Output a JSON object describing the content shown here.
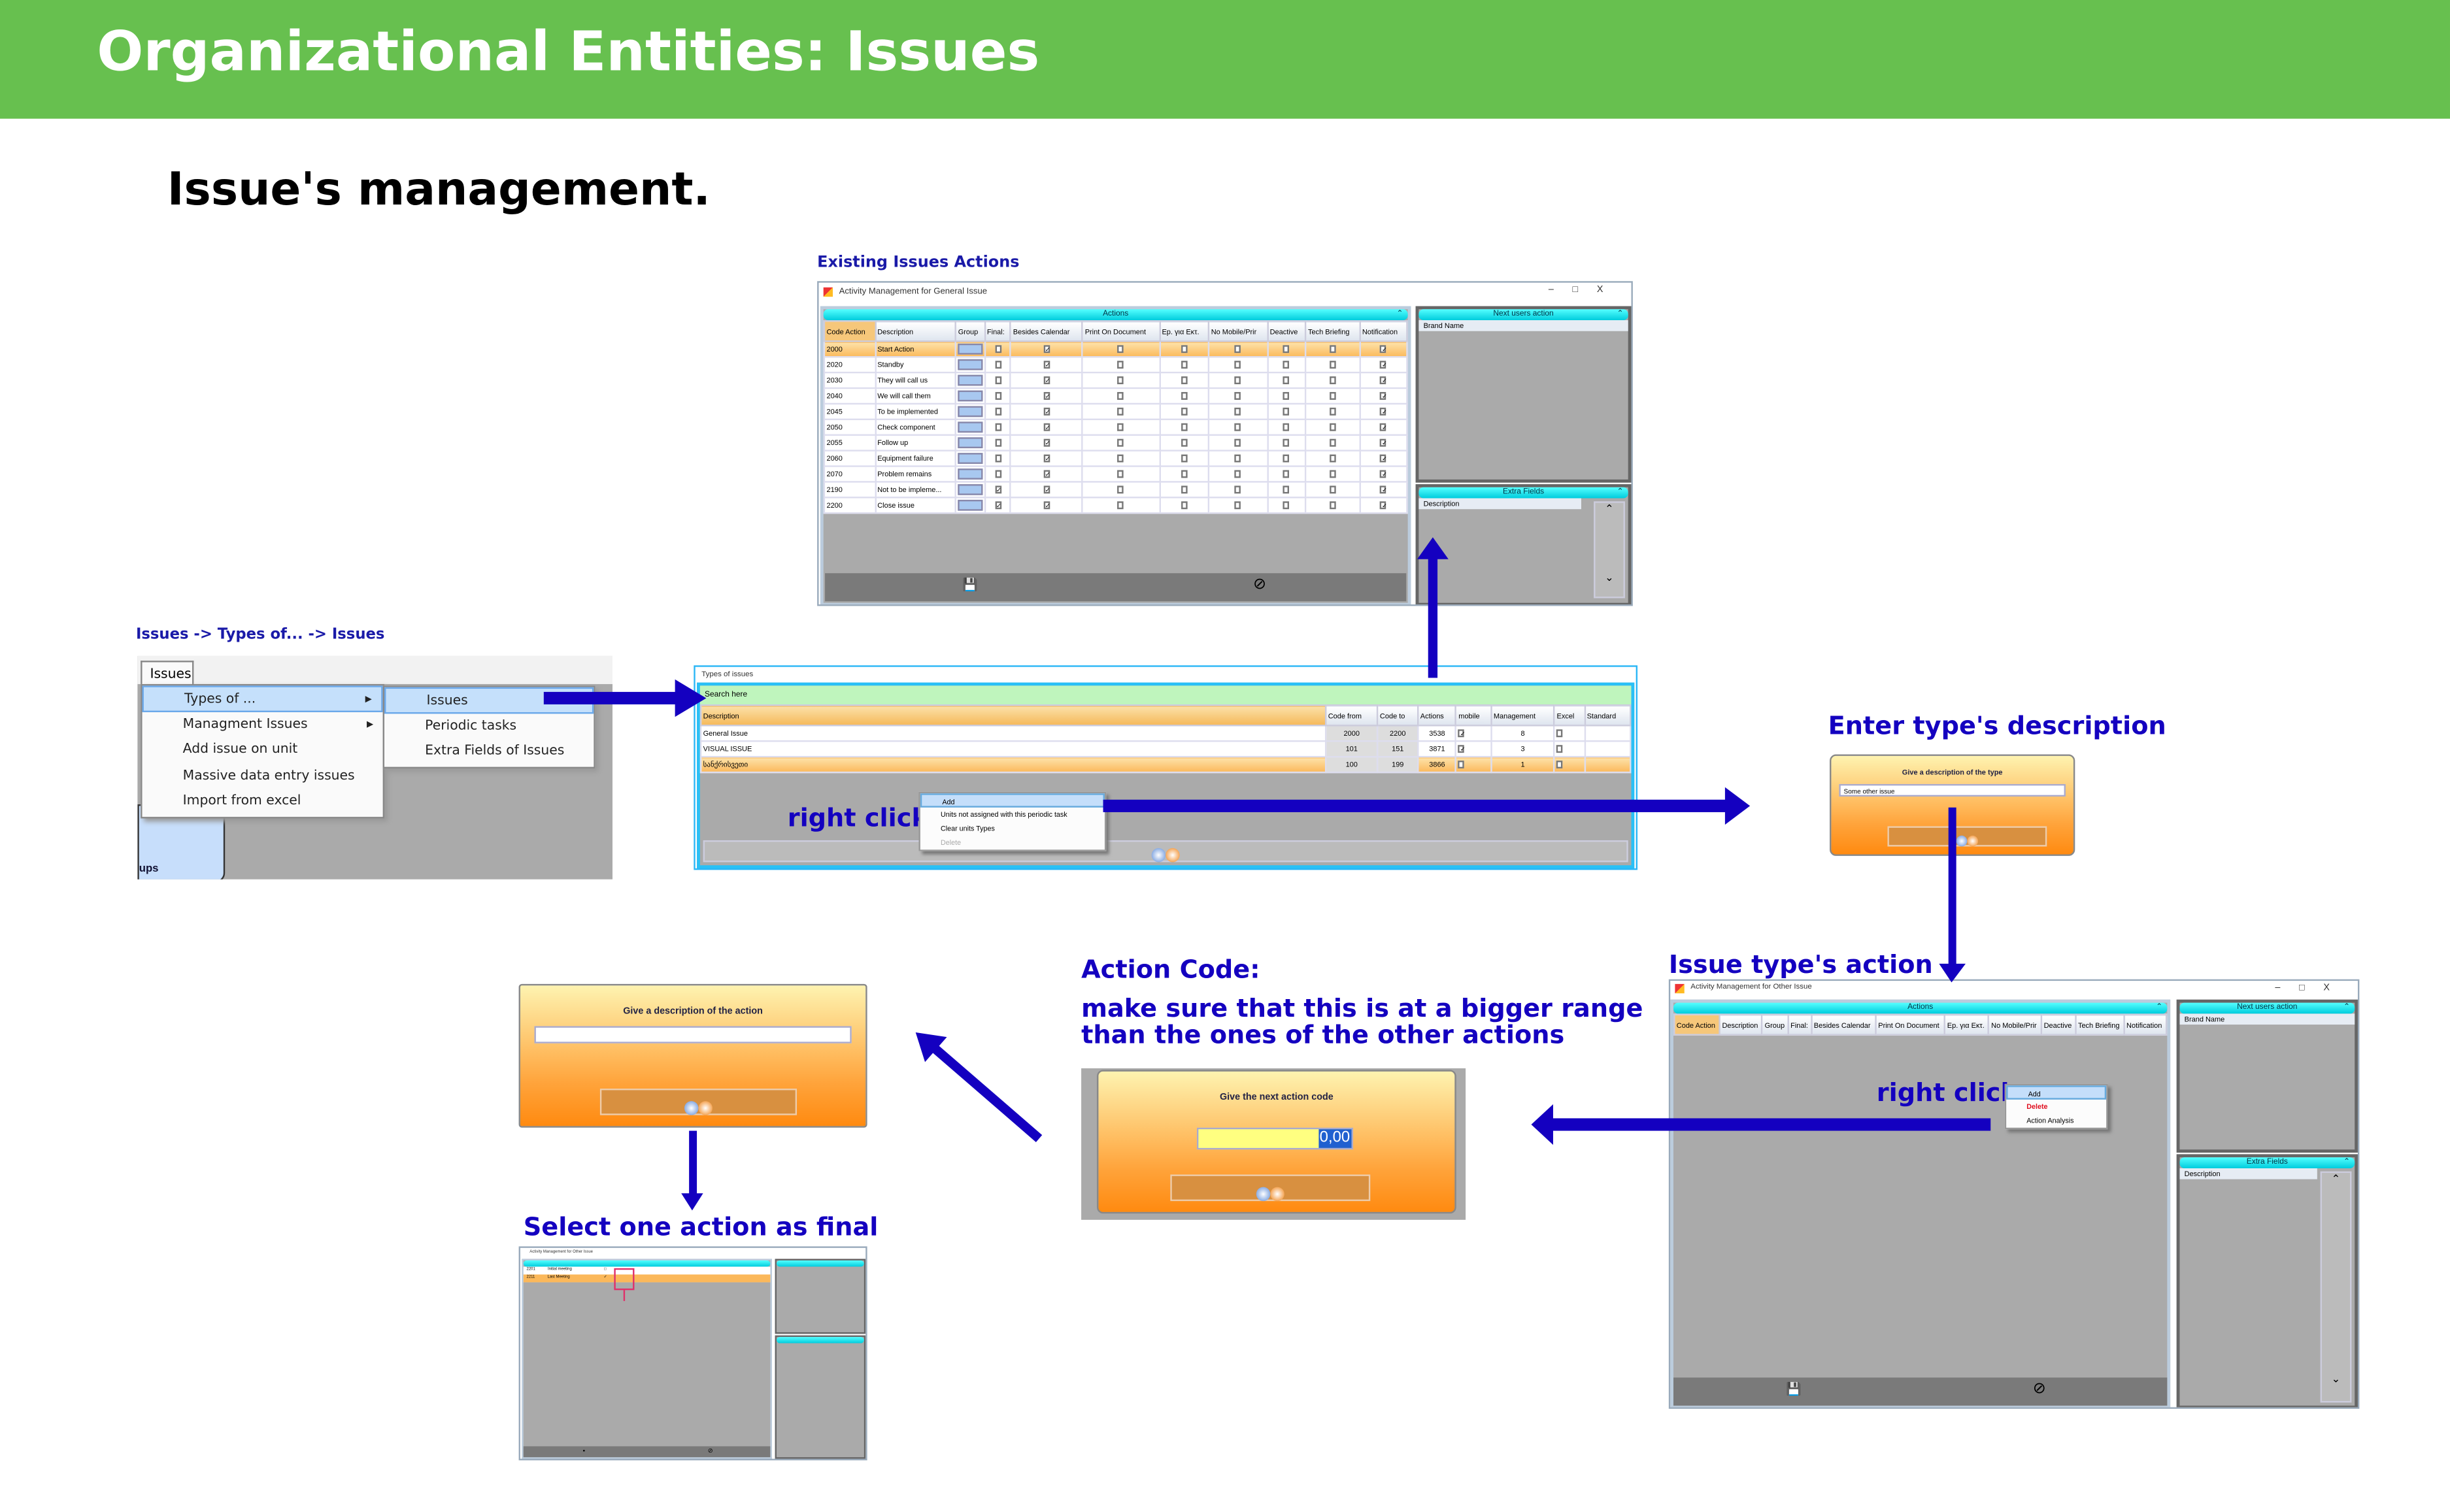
{
  "header": {
    "title": "Organizational Entities: Issues"
  },
  "subtitle": "Issue's management.",
  "captions": {
    "existing": "Existing Issues Actions",
    "path": "Issues -> Types of... -> Issues",
    "enter_type": "Enter  type's description",
    "type_action": "Issue type's action",
    "action_code": "Action Code:",
    "action_code_note1": "make sure that this is at a bigger range",
    "action_code_note2": "than the  ones of the other actions",
    "select_final": "Select one action as final",
    "right_click": "right click"
  },
  "colors": {
    "header": "#67c04f",
    "arrow": "#1400c0"
  },
  "actions_window": {
    "title": "Activity Management for General Issue",
    "panel_title": "Actions",
    "next_title": "Next users action",
    "next_col": "Brand Name",
    "extra_title": "Extra Fields",
    "extra_col": "Description",
    "columns": [
      "Code Action",
      "Description",
      "Group",
      "Final:",
      "Besides Calendar",
      "Print On Document",
      "Ep. για Εκτ.",
      "No Mobile/Prir",
      "Deactive",
      "Tech Briefing",
      "Notification"
    ],
    "rows": [
      {
        "code": "2000",
        "desc": "Start Action",
        "checks": [
          false,
          true,
          false,
          false,
          false,
          false,
          false,
          true
        ],
        "selected": true
      },
      {
        "code": "2020",
        "desc": "Standby",
        "checks": [
          false,
          true,
          false,
          false,
          false,
          false,
          false,
          true
        ]
      },
      {
        "code": "2030",
        "desc": "They will call us",
        "checks": [
          false,
          true,
          false,
          false,
          false,
          false,
          false,
          true
        ]
      },
      {
        "code": "2040",
        "desc": "We will call them",
        "checks": [
          false,
          true,
          false,
          false,
          false,
          false,
          false,
          true
        ]
      },
      {
        "code": "2045",
        "desc": "To be implemented",
        "checks": [
          false,
          true,
          false,
          false,
          false,
          false,
          false,
          true
        ]
      },
      {
        "code": "2050",
        "desc": "Check component",
        "checks": [
          false,
          true,
          false,
          false,
          false,
          false,
          false,
          true
        ]
      },
      {
        "code": "2055",
        "desc": "Follow up",
        "checks": [
          false,
          true,
          false,
          false,
          false,
          false,
          false,
          true
        ]
      },
      {
        "code": "2060",
        "desc": "Equipment failure",
        "checks": [
          false,
          true,
          false,
          false,
          false,
          false,
          false,
          true
        ]
      },
      {
        "code": "2070",
        "desc": "Problem remains",
        "checks": [
          false,
          true,
          false,
          false,
          false,
          false,
          false,
          true
        ]
      },
      {
        "code": "2190",
        "desc": "Not to be impleme...",
        "checks": [
          true,
          true,
          false,
          false,
          false,
          false,
          false,
          true
        ]
      },
      {
        "code": "2200",
        "desc": "Close issue",
        "checks": [
          true,
          true,
          false,
          false,
          false,
          false,
          false,
          true
        ]
      }
    ]
  },
  "menu": {
    "top": "Issues",
    "items": [
      "Types of ...",
      "Managment Issues",
      "Add issue on unit",
      "Massive data entry issues",
      "Import from excel"
    ],
    "submenu": [
      "Issues",
      "Periodic tasks",
      "Extra Fields of Issues"
    ],
    "bg_text": "ups"
  },
  "types_window": {
    "title": "Types of issues",
    "search_placeholder": "Search here",
    "columns": [
      "Description",
      "Code from",
      "Code to",
      "Actions",
      "mobile",
      "Management",
      "Excel",
      "Standard"
    ],
    "rows": [
      {
        "desc": "General Issue",
        "from": "2000",
        "to": "2200",
        "actions": "3538",
        "mobile": true,
        "mgmt": "8",
        "excel": false
      },
      {
        "desc": "VISUAL ISSUE",
        "from": "101",
        "to": "151",
        "actions": "3871",
        "mobile": true,
        "mgmt": "3",
        "excel": false
      },
      {
        "desc": "სანქრისვეთი",
        "from": "100",
        "to": "199",
        "actions": "3866",
        "mobile": false,
        "mgmt": "1",
        "excel": false,
        "selected": true
      }
    ],
    "context": [
      "Add",
      "Units not assigned with this periodic task",
      "Clear units Types",
      "Delete"
    ]
  },
  "type_dialog": {
    "title": "Give a description of the type",
    "value": "Some other issue"
  },
  "other_window": {
    "title": "Activity Management for Other Issue",
    "context": [
      "Add",
      "Delete",
      "Action Analysis"
    ]
  },
  "code_dialog": {
    "title": "Give the next action code",
    "value": "0,00"
  },
  "action_dialog": {
    "title": "Give a description of the action",
    "value": ""
  },
  "final_window": {
    "title": "Activity Management for Other Issue",
    "rows": [
      {
        "code": "2201",
        "desc": "Initial meeting",
        "final": false
      },
      {
        "code": "2211",
        "desc": "Last Meeting",
        "final": true,
        "selected": true
      }
    ]
  }
}
